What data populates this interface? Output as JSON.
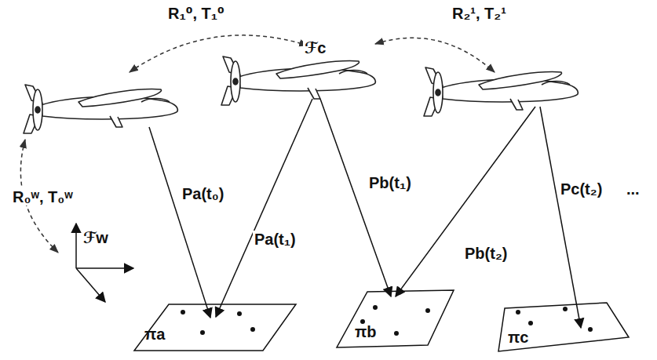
{
  "diagram": {
    "nodes": [
      {
        "text": [
          "πa"
        ]
      },
      {
        "text": [
          "πb"
        ]
      },
      {
        "text": [
          "πc"
        ]
      }
    ],
    "labels": [
      "R₁⁰, T₁⁰",
      "R₂¹, T₂¹",
      "ℱc",
      "R₀ʷ, T₀ʷ",
      "ℱw",
      "Pa(t₀)",
      "Pa(t₁)",
      "Pb(t₁)",
      "Pb(t₂)",
      "Pc(t₂)",
      "..."
    ]
  }
}
